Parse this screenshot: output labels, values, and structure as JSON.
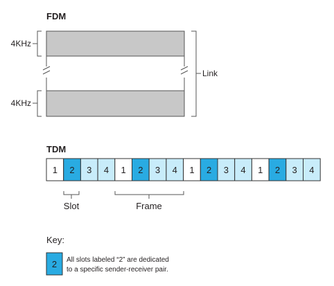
{
  "fdm": {
    "title": "FDM",
    "channels": [
      {
        "label": "4KHz"
      },
      {
        "label": "4KHz"
      }
    ],
    "link_label": "Link",
    "colors": {
      "band_fill": "#c8c8c8",
      "band_stroke": "#555555"
    }
  },
  "tdm": {
    "title": "TDM",
    "slots": [
      "1",
      "2",
      "3",
      "4",
      "1",
      "2",
      "3",
      "4",
      "1",
      "2",
      "3",
      "4",
      "1",
      "2",
      "3",
      "4"
    ],
    "slot_label": "Slot",
    "frame_label": "Frame",
    "colors": {
      "slot_default": "#ffffff",
      "slot_2": "#29abe2",
      "slot_3_4": "#c8ecfa",
      "slot_stroke": "#333333"
    }
  },
  "key": {
    "title": "Key:",
    "sample": "2",
    "line1": "All slots labeled “2” are dedicated",
    "line2": "to a specific sender-receiver pair."
  }
}
